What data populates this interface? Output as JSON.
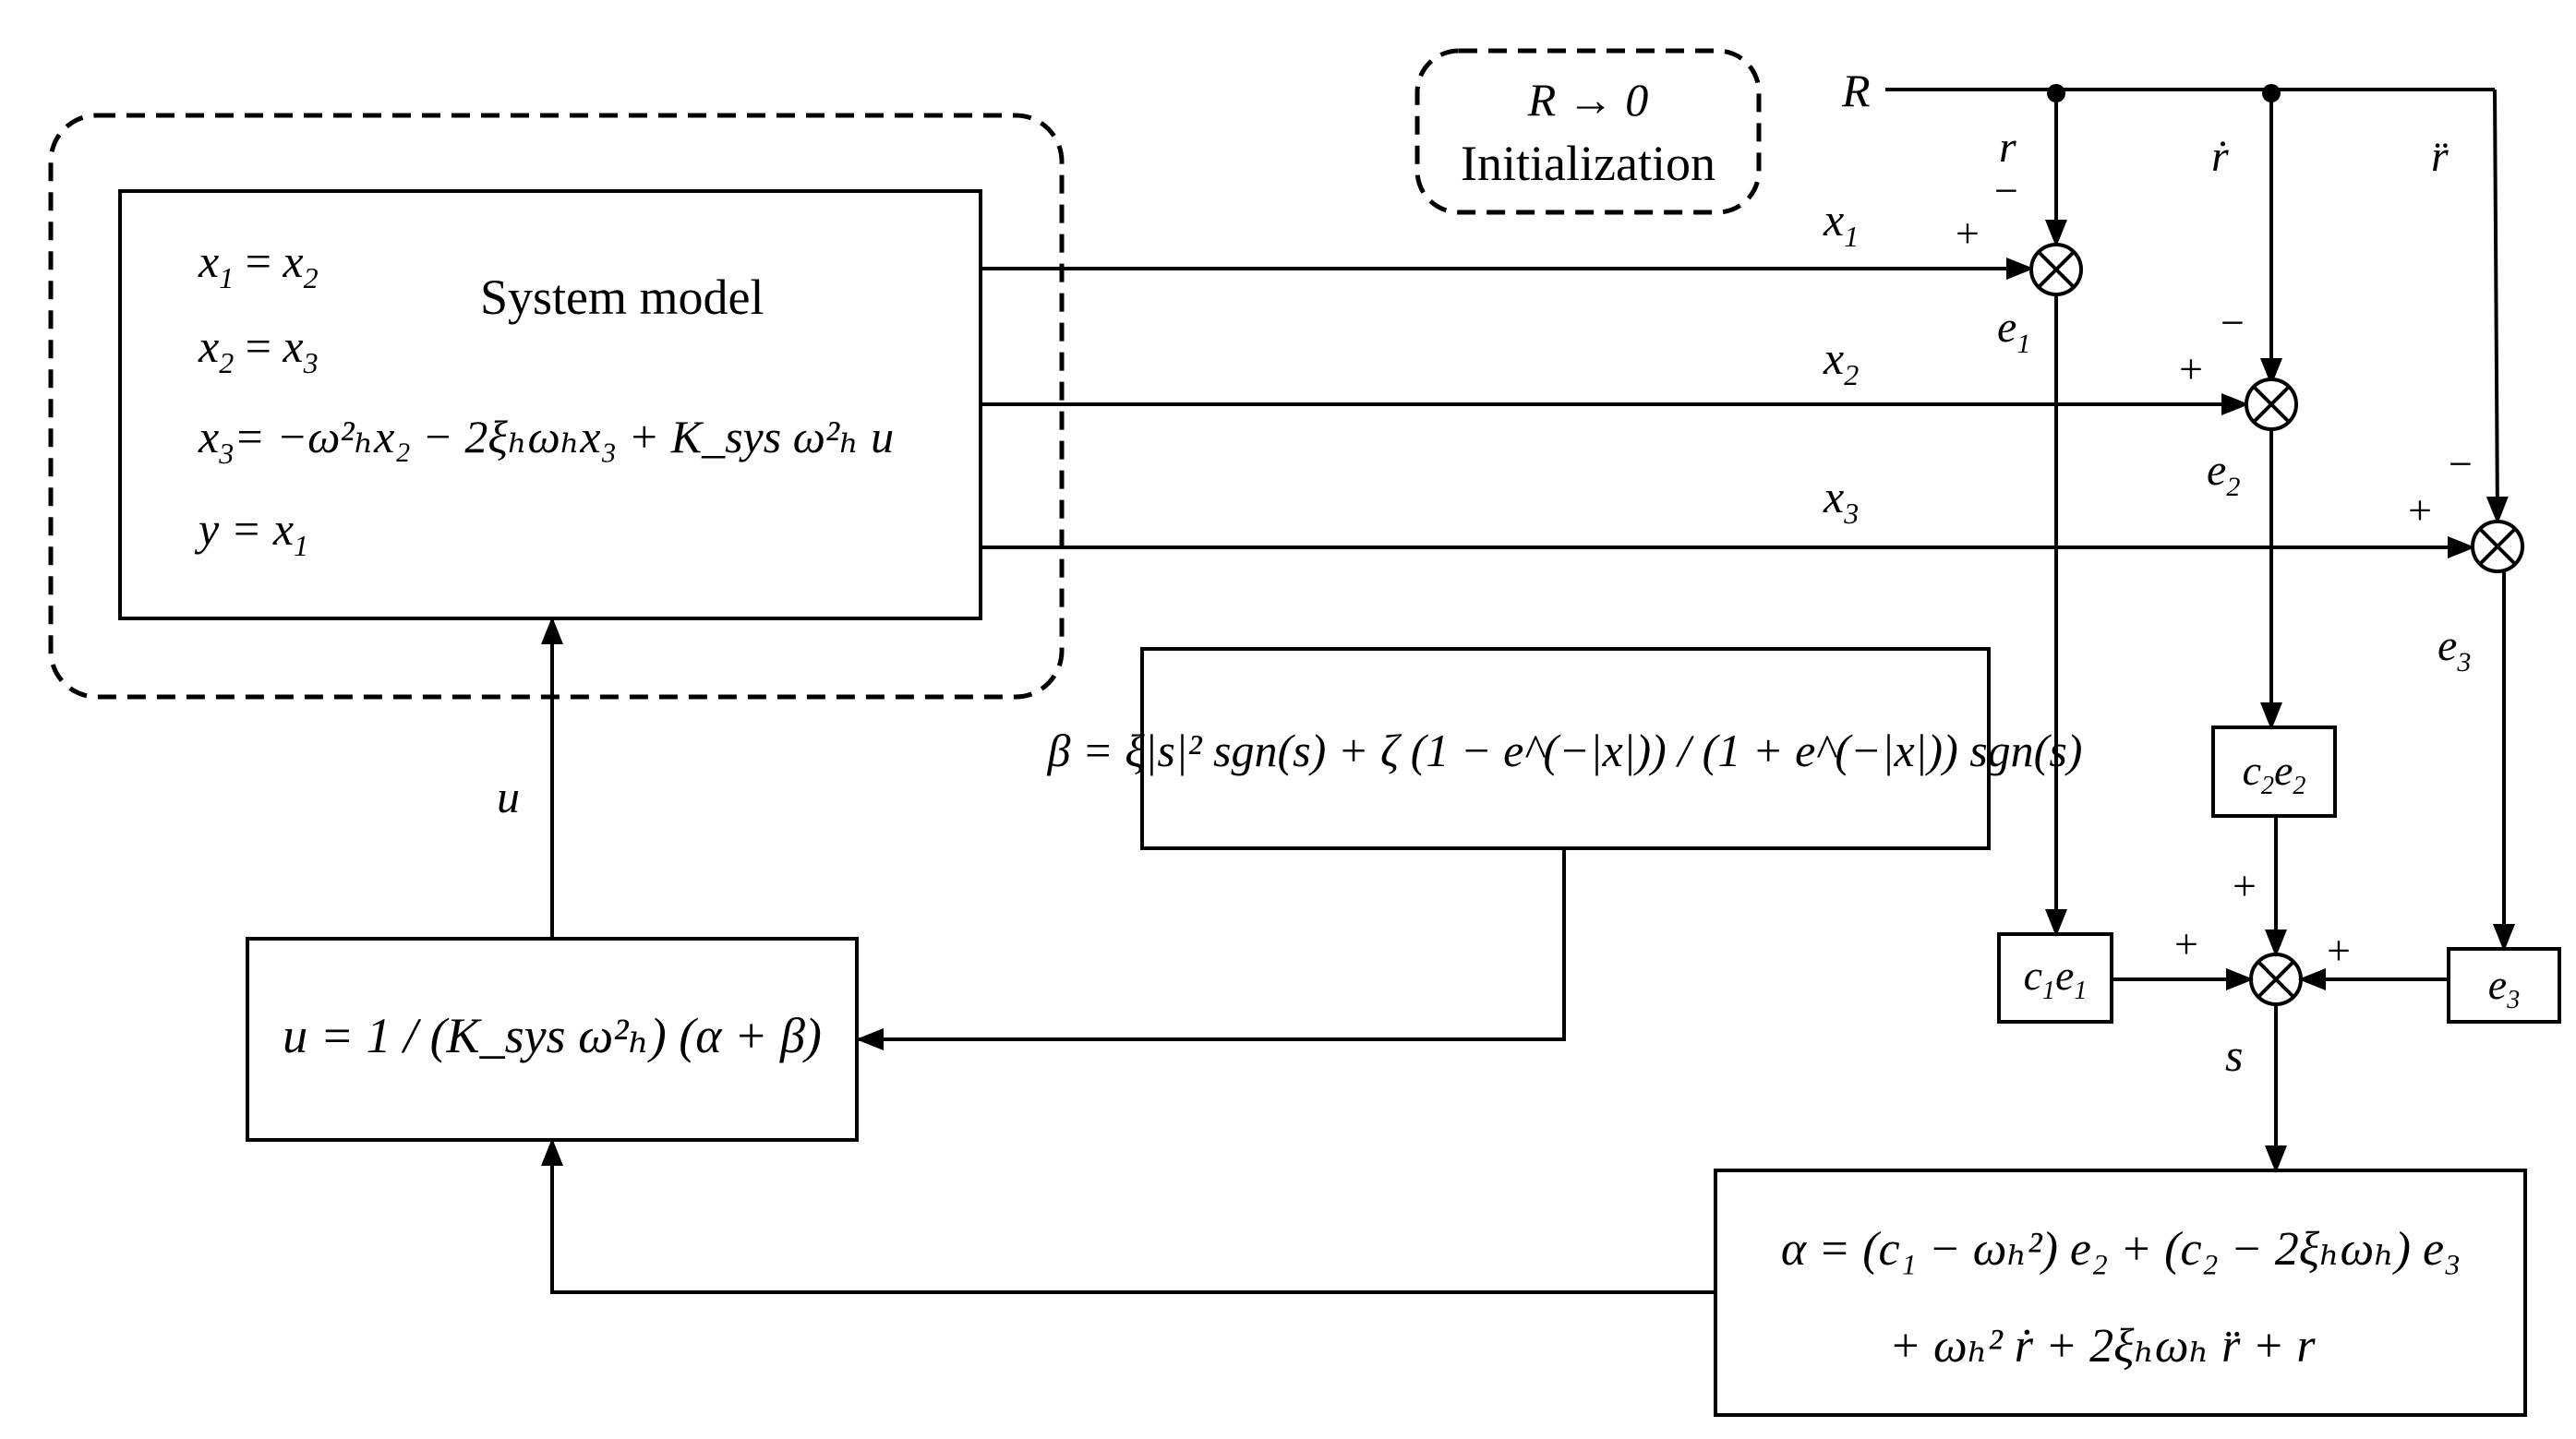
{
  "initialization": {
    "formula": "R → 0",
    "label": "Initialization"
  },
  "system_model": {
    "title": "System model",
    "eq1": {
      "lhs": "x",
      "lhs_sub": "1",
      "rhs": "x",
      "rhs_sub": "2"
    },
    "eq2": {
      "lhs": "x",
      "lhs_sub": "2",
      "rhs": "x",
      "rhs_sub": "3"
    },
    "eq3": {
      "lhs": "x",
      "lhs_sub": "3",
      "rhs_text": "= −ω²ₕx₂ − 2ξₕωₕx₃ + K_sys ω²ₕ u"
    },
    "eq4": {
      "text": "y = x",
      "sub": "1"
    }
  },
  "beta_block": {
    "text": "β = ξ|s|² sgn(s) + ζ (1 − e^(−|x|)) / (1 + e^(−|x|)) sgn(s)"
  },
  "u_block": {
    "text": "u = 1 / (K_sys ω²ₕ) (α + β)"
  },
  "alpha_block": {
    "line1": "α = (c₁ − ωₕ²) e₂ + (c₂ − 2ξₕωₕ) e₃",
    "line2": "+ ωₕ² ṙ + 2ξₕωₕ r̈ + r⃛"
  },
  "signals": {
    "R": "R",
    "r": "r",
    "r_dot": "ṙ",
    "r_ddot": "r̈",
    "x1": "x",
    "x2": "x",
    "x3": "x",
    "e1": "e",
    "e2": "e",
    "e3": "e",
    "u": "u",
    "s": "s",
    "sub1": "1",
    "sub2": "2",
    "sub3": "3"
  },
  "blocks": {
    "c2e2": {
      "c": "c",
      "csub": "2",
      "e": "e",
      "esub": "2"
    },
    "c1e1": {
      "c": "c",
      "csub": "1",
      "e": "e",
      "esub": "1"
    },
    "e3": {
      "e": "e",
      "esub": "3"
    }
  },
  "signs": {
    "plus": "+",
    "minus": "−"
  }
}
